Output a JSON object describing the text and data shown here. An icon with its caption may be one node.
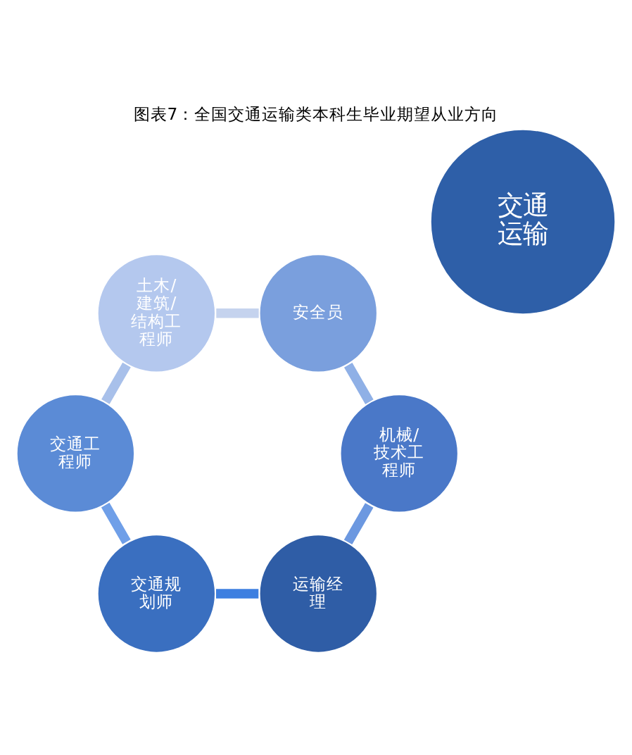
{
  "diagram": {
    "title": "图表7：全国交通运输类本科生毕业期望从业方向",
    "nodes": [
      {
        "text": [
          "交通运输"
        ]
      },
      {
        "text": [
          "运输经理"
        ]
      },
      {
        "text": [
          "交通规划师"
        ]
      },
      {
        "text": [
          "交通工程师"
        ]
      },
      {
        "text": [
          "土木/建筑/结构工程师"
        ]
      },
      {
        "text": [
          "安全员"
        ]
      },
      {
        "text": [
          "机械/技术工程师"
        ]
      }
    ],
    "edges": [
      {
        "from": 1,
        "to": 2,
        "arrow": "none",
        "color": "#3d7fe0"
      },
      {
        "from": 2,
        "to": 3,
        "arrow": "none",
        "color": "#6f9fe8"
      },
      {
        "from": 3,
        "to": 4,
        "arrow": "none",
        "color": "#a8c0ea"
      },
      {
        "from": 4,
        "to": 5,
        "arrow": "none",
        "color": "#c5d3ee"
      },
      {
        "from": 5,
        "to": 6,
        "arrow": "none",
        "color": "#8fb0e6"
      },
      {
        "from": 6,
        "to": 1,
        "arrow": "none",
        "color": "#6c98e0"
      }
    ]
  }
}
